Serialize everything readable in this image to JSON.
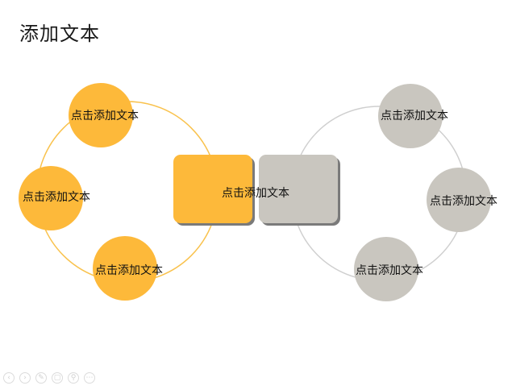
{
  "title": "添加文本",
  "colors": {
    "orange": "#FDB93A",
    "orange_line": "#F9C24D",
    "gray": "#C9C6BF",
    "gray_line": "#CFCFCF",
    "shadow": "#7A7A7A"
  },
  "center": {
    "label": "点击添加文本"
  },
  "left_nodes": [
    {
      "label": "点击添加文本"
    },
    {
      "label": "点击添加文本"
    },
    {
      "label": "点击添加文本"
    }
  ],
  "right_nodes": [
    {
      "label": "点击添加文本"
    },
    {
      "label": "点击添加文本"
    },
    {
      "label": "点击添加文本"
    }
  ],
  "nav": {
    "icons": [
      "prev-icon",
      "next-icon",
      "pen-icon",
      "slides-icon",
      "zoom-icon",
      "more-icon"
    ]
  }
}
